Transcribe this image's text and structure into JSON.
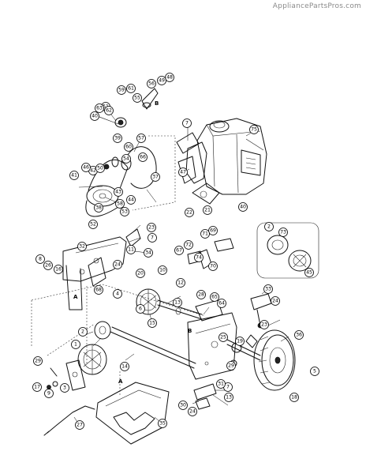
{
  "watermark": "AppliancePartsPros.com",
  "callouts": [
    "1",
    "2",
    "3",
    "4",
    "5",
    "6",
    "7",
    "8",
    "9",
    "10",
    "11",
    "12",
    "13",
    "14",
    "15",
    "16",
    "17",
    "18",
    "19",
    "20",
    "21",
    "22",
    "23",
    "24",
    "25",
    "26",
    "27",
    "28",
    "29",
    "30",
    "31",
    "32",
    "33",
    "34",
    "35",
    "36",
    "37",
    "38",
    "39",
    "40",
    "41",
    "42",
    "43",
    "44",
    "45",
    "46",
    "47",
    "48",
    "49",
    "50",
    "51",
    "52",
    "53",
    "54",
    "55",
    "56",
    "57",
    "58",
    "59",
    "60",
    "61",
    "62",
    "63",
    "64",
    "65",
    "66",
    "67",
    "68",
    "69",
    "70",
    "71",
    "72",
    "73",
    "74",
    "75"
  ],
  "section_letters": [
    "A",
    "B"
  ]
}
